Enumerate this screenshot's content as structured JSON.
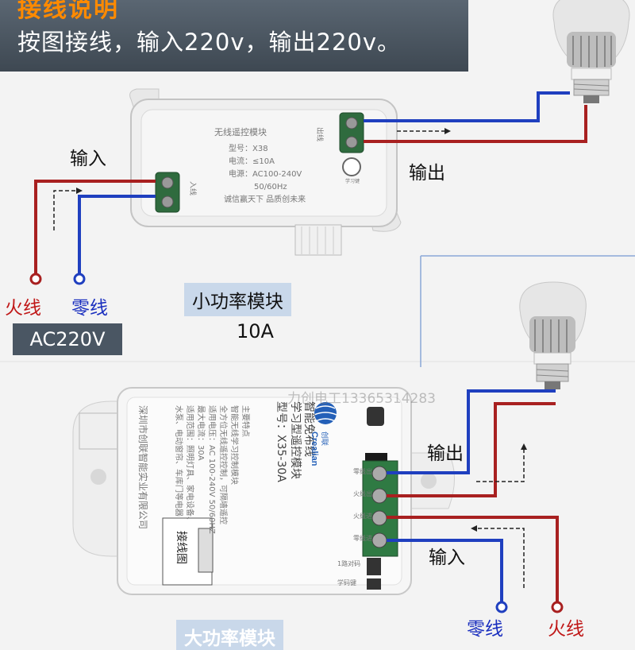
{
  "header": {
    "title": "接线说明",
    "subtitle": "按图接线，输入220v，输出220v。"
  },
  "small_module": {
    "input_label": "输入",
    "output_label": "输出",
    "fire_label": "火线",
    "neutral_label": "零线",
    "ac_label": "AC220V",
    "caption": "小功率模块",
    "rating": "10A",
    "body_text": {
      "title": "无线遥控模块",
      "model": "型号：X38",
      "current": "电流：≤10A",
      "power": "电源：AC100-240V",
      "freq": "50/60Hz",
      "slogan": "诚信赢天下 品质创未来",
      "learn": "学习键",
      "out_mark": "出线",
      "in_mark": "入线"
    }
  },
  "large_module": {
    "input_label": "输入",
    "output_label": "输出",
    "fire_label": "火线",
    "neutral_label": "零线",
    "caption": "大功率模块",
    "watermark": "力创电工13365314283",
    "brand": "Crealian",
    "brand_cn": "创联",
    "body_text": {
      "line1": "智能免布线",
      "line2": "学习型遥控模块",
      "model": "型号：X35-30A",
      "features_title": "主要特点",
      "feature1": "智能无线学习控制模块",
      "feature2": "全方位无线遥控控制，可隔墙遥控",
      "feature3": "适用电压：AC 100-240V 50/60HZ",
      "feature4": "最大电流：30A",
      "feature5": "适用范围：照明灯具、家电设备、",
      "feature6": "水泵、电动窗帘、车库门等电器",
      "company": "深圳市创联智能实业有限公司",
      "wiring_diagram": "接线图",
      "term1": "零线出",
      "term2": "火线出",
      "term3": "火线进",
      "term4": "零线进",
      "remote": "1路对码",
      "learn": "学码键"
    }
  }
}
